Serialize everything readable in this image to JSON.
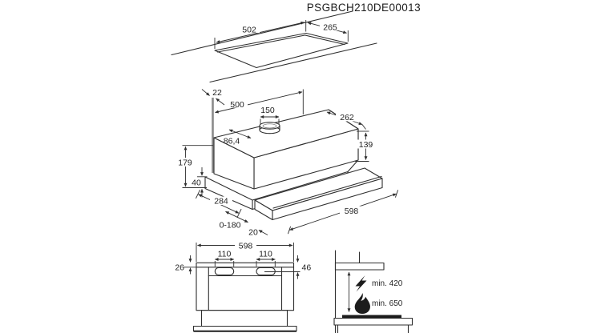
{
  "doc_code": "PSGBCH210DE00013",
  "top_view": {
    "width": "502",
    "depth": "265"
  },
  "iso_view": {
    "panel_thickness": "22",
    "body_width": "500",
    "duct_diameter": "150",
    "body_depth_top": "262",
    "duct_offset": "86,4",
    "body_height": "139",
    "total_height": "179",
    "visor_box_height": "40",
    "lower_depth": "284",
    "telescopic_extension": "0-180",
    "visor_front_thickness": "20",
    "visor_width": "598"
  },
  "front_view": {
    "width": "598",
    "slot_left": "110",
    "slot_right": "110",
    "top_gap": "26",
    "slot_depth": "46"
  },
  "side_view": {
    "electric_clearance": "min. 420",
    "gas_clearance": "min. 650"
  }
}
